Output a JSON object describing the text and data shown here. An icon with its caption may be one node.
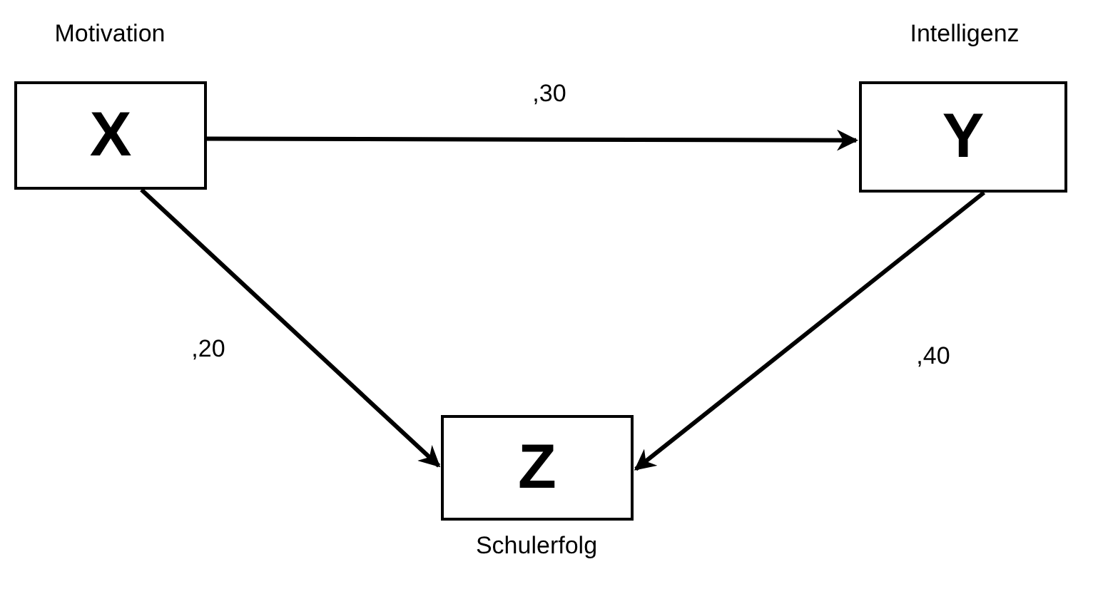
{
  "diagram": {
    "nodes": [
      {
        "text": [
          "X"
        ],
        "beside": [
          "Motivation"
        ]
      },
      {
        "text": [
          "Y"
        ],
        "beside": [
          "Intelligenz"
        ]
      },
      {
        "text": [
          "Z"
        ],
        "beside": [
          "Schulerfolg"
        ]
      }
    ],
    "edges": [
      {
        "from": 0,
        "to": 1,
        "arrow": "to",
        "label": ",30"
      },
      {
        "from": 0,
        "to": 2,
        "arrow": "to",
        "label": ",20"
      },
      {
        "from": 1,
        "to": 2,
        "arrow": "to",
        "label": ",40"
      }
    ]
  }
}
